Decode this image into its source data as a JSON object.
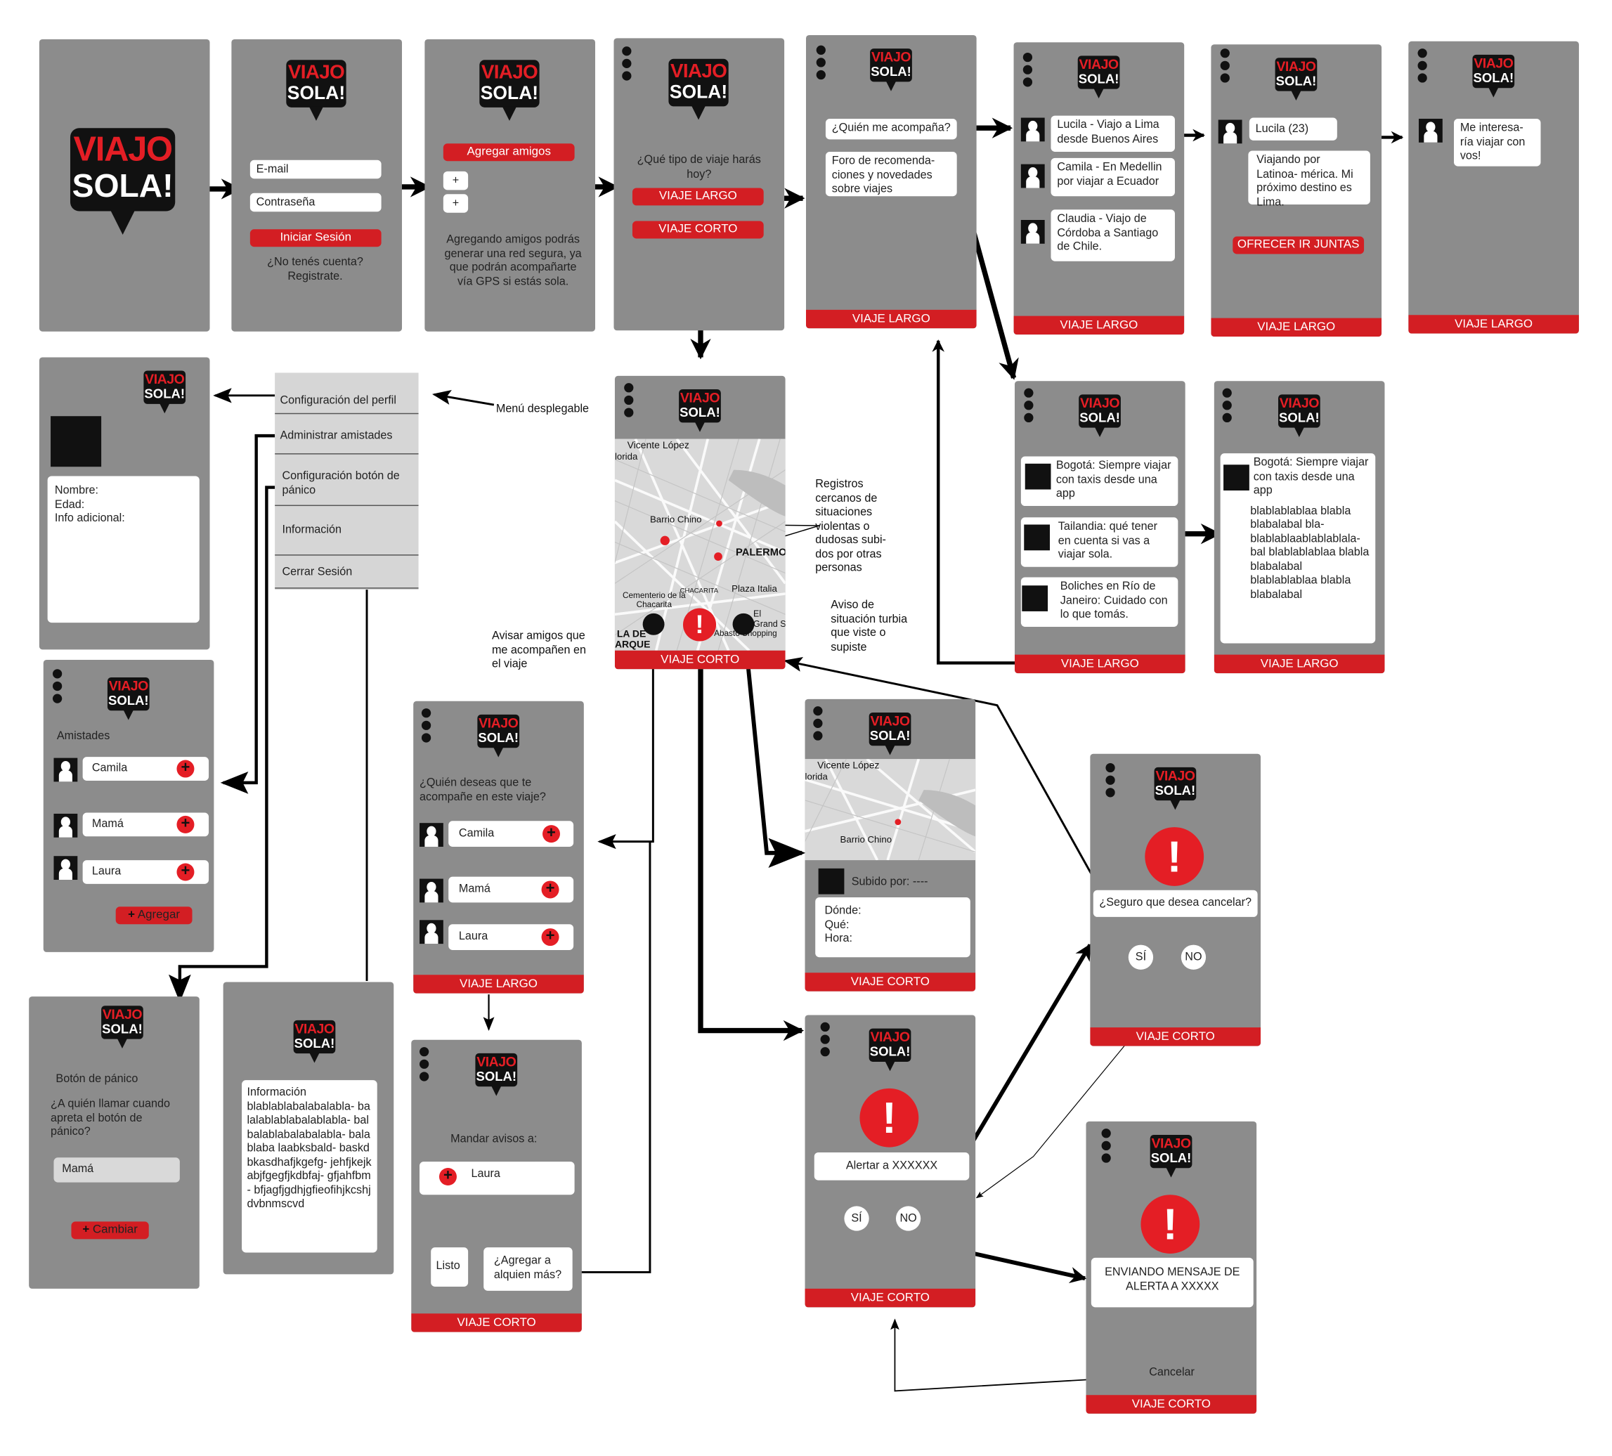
{
  "brand": {
    "line1": "VIAJO",
    "line2": "SOLA!"
  },
  "buttons": {
    "viaje_largo": "VIAJE LARGO",
    "viaje_corto": "VIAJE CORTO",
    "iniciar_sesion": "Iniciar Sesión",
    "agregar_amigos": "Agregar amigos",
    "ofrecer": "OFRECER IR JUNTAS",
    "agregar": "Agregar",
    "cambiar": "Cambiar",
    "plus": "+",
    "si": "SÍ",
    "no": "NO",
    "listo": "Listo",
    "cancelar": "Cancelar",
    "alert_mark": "!"
  },
  "login": {
    "email_placeholder": "E-mail",
    "password_placeholder": "Contraseña",
    "no_account": "¿No tenés cuenta? Registrate."
  },
  "friends_intro": "Agregando amigos podrás generar una red segura, ya que podrán acompañarte vía GPS si estás sola.",
  "trip_question": "¿Qué tipo de viaje harás hoy?",
  "long_trip": {
    "who": "¿Quién me acompaña?",
    "forum": "Foro de recomenda- ciones y novedades sobre viajes"
  },
  "companions": [
    "Lucila - Viajo a Lima desde Buenos Aires",
    "Camila - En Medellin por viajar a Ecuador",
    "Claudia - Viajo de Córdoba a Santiago de Chile."
  ],
  "profile_lucila": {
    "name": "Lucila  (23)",
    "bio": "Viajando por Latinoa- mérica. Mi próximo destino es Lima."
  },
  "message": "Me interesa- ría viajar con vos!",
  "forum_posts": [
    "Bogotá: Siempre viajar con taxis desde una app",
    "Tailandia: qué tener en cuenta si vas a viajar sola.",
    "Boliches en Río de Janeiro: Cuidado con lo que tomás."
  ],
  "forum_detail": {
    "title": "Bogotá: Siempre viajar con taxis desde una app",
    "body": "blablablablaa blabla blabalabal bla- blablablaablablablala- bal blablablablaa blabla blabalabal blablablablaa blabla blabalabal"
  },
  "menu": {
    "items": [
      "Configuración del perfil",
      "Administrar amistades",
      "Configuración botón de pánico",
      "Información",
      "Cerrar Sesión"
    ],
    "label": "Menú desplegable"
  },
  "profile": {
    "fields": "Nombre:\nEdad:\nInfo adicional:"
  },
  "friends_screen": {
    "title": "Amistades"
  },
  "friends": [
    "Camila",
    "Mamá",
    "Laura"
  ],
  "map": {
    "labels": [
      "Vicente López",
      "lorida",
      "Barrio Chino",
      "PALERMO",
      "CHACARITA",
      "Plaza Italia",
      "Cementerio de la Chacarita",
      "LA DE",
      "ARQUE",
      "Abasto Shopping",
      "El Grand S"
    ]
  },
  "annotations": {
    "registros": "Registros cercanos de situaciones violentas o dudosas subi- dos por otras personas",
    "avisar": "Avisar amigos que me acompañen en el viaje",
    "aviso": "Aviso de situación turbia que viste o supiste"
  },
  "companion_pick": {
    "question": "¿Quién deseas que te acompañe en este viaje?"
  },
  "report_detail": {
    "uploaded": "Subido por: ----",
    "fields": "Dónde:\nQué:\nHora:"
  },
  "cancel_confirm": "¿Seguro que desea cancelar?",
  "panic_config": {
    "title": "Botón de pánico",
    "question": "¿A quién llamar cuando apreta el botón de pánico?",
    "contact": "Mamá"
  },
  "info": {
    "title": "Información",
    "body": "blablablabalabalabla- balalablablabalablabla- balbalablabalabalabla- balablaba laabksbald- baskdbkasdhafjkgefg- jehfjkejkabjfgegfjkdbfaj- gfjahfbm- bfjagfjgdhjgfieofihjkcshj dvbnmscvd"
  },
  "send_alerts": {
    "title": "Mandar avisos a:",
    "contact": "Laura",
    "more": "¿Agregar a alquien más?"
  },
  "alert_confirm": {
    "text": "Alertar a XXXXXX"
  },
  "sending": {
    "text": "ENVIANDO MENSAJE DE ALERTA A XXXXX"
  }
}
